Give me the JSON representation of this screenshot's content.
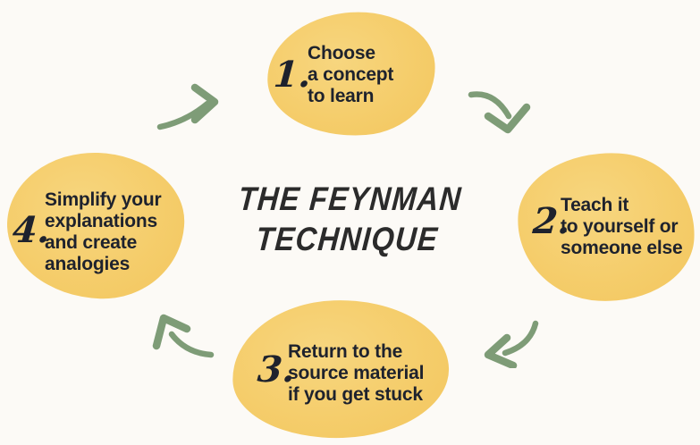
{
  "title": {
    "line1": "THE FEYNMAN",
    "line2": "TECHNIQUE"
  },
  "steps": [
    {
      "number": "1.",
      "lines": [
        "Choose",
        "a concept",
        "to learn"
      ]
    },
    {
      "number": "2.",
      "lines": [
        "Teach it",
        "to yourself or",
        "someone else"
      ]
    },
    {
      "number": "3.",
      "lines": [
        "Return to the",
        "source material",
        "if you get stuck"
      ]
    },
    {
      "number": "4.",
      "lines": [
        "Simplify your",
        "explanations",
        "and create",
        "analogies"
      ]
    }
  ],
  "icons": [
    "curved-arrow-up-right-icon",
    "curved-arrow-down-right-icon",
    "curved-arrow-left-icon",
    "curved-arrow-up-left-icon"
  ],
  "colors": {
    "background": "#FCFAF6",
    "blob": "#F5CD6B",
    "blobLight": "#F7D67F",
    "blobDark": "#F2C65E",
    "arrow": "#7E9C77",
    "text": "#1E222D",
    "title": "#2B2B2B"
  }
}
